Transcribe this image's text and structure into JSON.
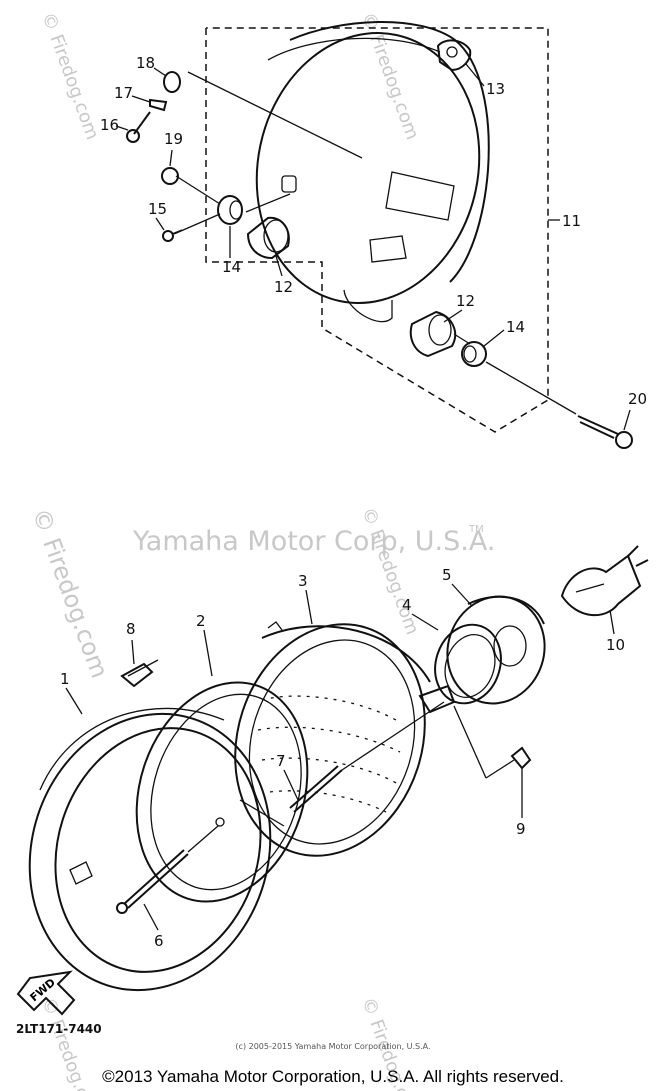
{
  "watermark": {
    "site": "© Firedog.com",
    "company": "Yamaha Motor Corp, U.S.A.",
    "tm": "TM"
  },
  "diagram": {
    "code": "2LT171-7440",
    "fwd_label": "FWD",
    "callouts": [
      "1",
      "2",
      "3",
      "4",
      "5",
      "6",
      "7",
      "8",
      "9",
      "10",
      "11",
      "12",
      "12",
      "13",
      "14",
      "14",
      "15",
      "16",
      "17",
      "18",
      "19",
      "20"
    ]
  },
  "footer": {
    "small_copyright": "(c) 2005-2015 Yamaha Motor Corporation, U.S.A.",
    "copyright": "©2013 Yamaha Motor Corporation, U.S.A. All rights reserved."
  }
}
